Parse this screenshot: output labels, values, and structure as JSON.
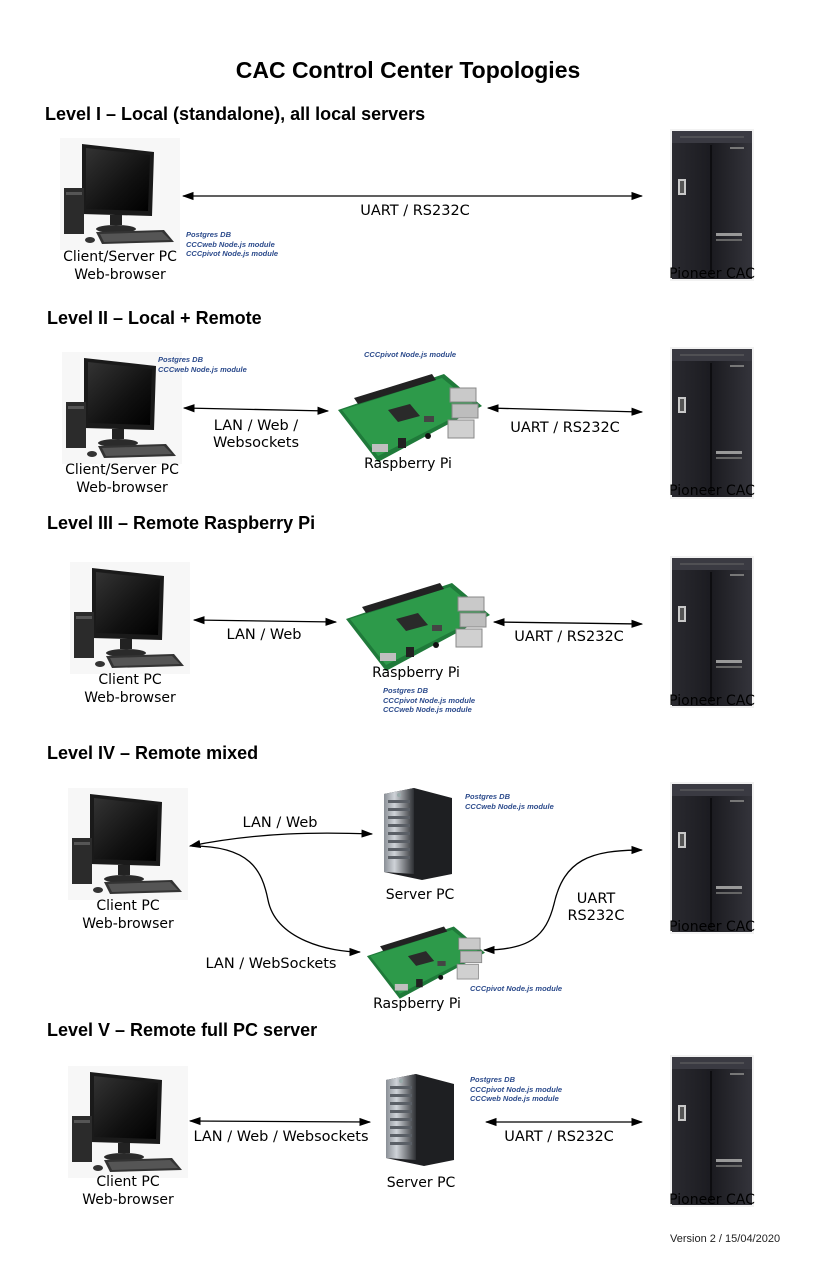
{
  "title": "CAC Control Center Topologies",
  "levels": [
    {
      "heading": "Level I – Local (standalone), all local servers",
      "client_label": [
        "Client/Server PC",
        "Web-browser"
      ],
      "link_pc_cac": "UART / RS232C",
      "notes": [
        "Postgres DB",
        "CCCweb Node.js module",
        "CCCpivot Node.js module"
      ],
      "cac_label": "Pioneer CAC"
    },
    {
      "heading": "Level II – Local + Remote",
      "client_label": [
        "Client/Server PC",
        "Web-browser"
      ],
      "pc_notes": [
        "Postgres DB",
        "CCCweb Node.js module"
      ],
      "pi_notes": [
        "CCCpivot Node.js module"
      ],
      "link_pc_pi": [
        "LAN / Web /",
        "Websockets"
      ],
      "pi_label": "Raspberry Pi",
      "link_pi_cac": "UART / RS232C",
      "cac_label": "Pioneer CAC"
    },
    {
      "heading": "Level III – Remote Raspberry Pi",
      "client_label": [
        "Client PC",
        "Web-browser"
      ],
      "link_pc_pi": "LAN / Web",
      "pi_label": "Raspberry Pi",
      "pi_notes": [
        "Postgres DB",
        "CCCpivot Node.js module",
        "CCCweb Node.js module"
      ],
      "link_pi_cac": "UART / RS232C",
      "cac_label": "Pioneer CAC"
    },
    {
      "heading": "Level IV – Remote mixed",
      "client_label": [
        "Client PC",
        "Web-browser"
      ],
      "link_pc_server": "LAN / Web",
      "server_label": "Server PC",
      "server_notes": [
        "Postgres DB",
        "CCCweb Node.js module"
      ],
      "link_pc_pi": "LAN / WebSockets",
      "pi_label": "Raspberry Pi",
      "pi_notes": [
        "CCCpivot Node.js module"
      ],
      "link_pi_cac": [
        "UART",
        "RS232C"
      ],
      "cac_label": "Pioneer CAC"
    },
    {
      "heading": "Level V – Remote full PC server",
      "client_label": [
        "Client PC",
        "Web-browser"
      ],
      "link_pc_server": "LAN / Web / Websockets",
      "server_label": "Server PC",
      "server_notes": [
        "Postgres DB",
        "CCCpivot Node.js module",
        "CCCweb Node.js module"
      ],
      "link_server_cac": "UART / RS232C",
      "cac_label": "Pioneer CAC"
    }
  ],
  "version": "Version 2 / 15/04/2020"
}
